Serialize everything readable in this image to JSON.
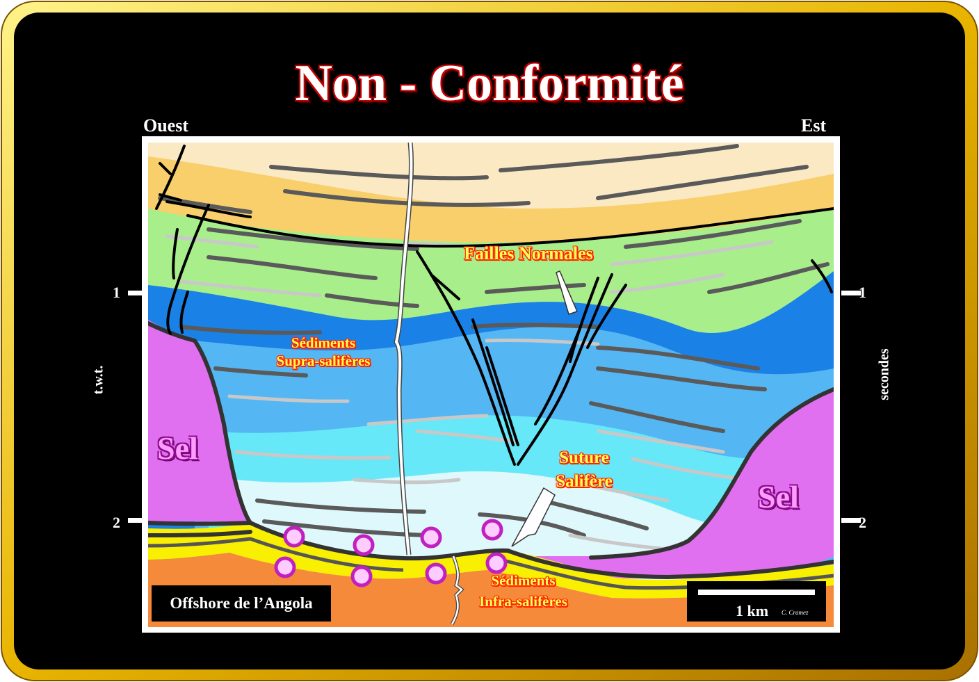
{
  "title": "Non - Conformité",
  "direction": {
    "west": "Ouest",
    "east": "Est"
  },
  "axis": {
    "left_label": "t.w.t.",
    "right_label": "secondes",
    "ticks": [
      "1",
      "2"
    ]
  },
  "labels": {
    "faults": "Failles Normales",
    "supra_line1": "Sédiments",
    "supra_line2": "Supra-salifères",
    "suture_line1": "Suture",
    "suture_line2": "Salifère",
    "infra_line1": "Sédiments",
    "infra_line2": "Infra-salifères",
    "salt_left": "Sel",
    "salt_right": "Sel"
  },
  "location_box": "Offshore de l’Angola",
  "scale": {
    "text": "1 km",
    "credit": "C. Cramez"
  },
  "colors": {
    "frame_outer": "#f2c400",
    "frame_inner": "#000000",
    "salt": "#e070f0",
    "orange": "#f58a3a",
    "yellow": "#f8f000",
    "pale_cyan": "#dff8fc",
    "cyan": "#66e8f8",
    "light_blue": "#55b6f4",
    "blue": "#1a82e6",
    "green": "#a8ee8a",
    "tan": "#f8cf6a",
    "cream": "#fbe9c4"
  }
}
